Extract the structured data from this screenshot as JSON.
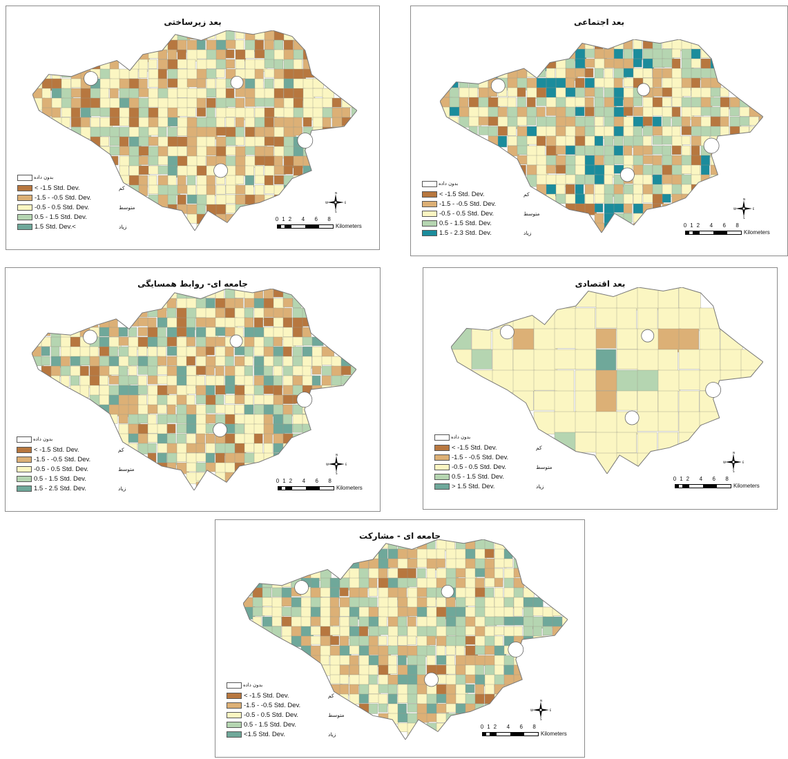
{
  "legend_common": {
    "no_data": "بدون داده",
    "low": "کم",
    "medium": "متوسط",
    "high": "زیاد",
    "row2": "-1.5 - -0.5 Std. Dev.",
    "row3": "-0.5 - 0.5 Std. Dev.",
    "row4": "0.5 - 1.5 Std. Dev."
  },
  "scale": {
    "ticks": [
      "0",
      "1",
      "2",
      "4",
      "6",
      "8"
    ],
    "unit": "Kilometers"
  },
  "compass": {
    "n": "N",
    "s": "S",
    "e": "E",
    "w": "W"
  },
  "colors": {
    "low": "#b7773f",
    "mid_low": "#dcb076",
    "medium": "#fbf6c2",
    "mid_high": "#b5d5b1",
    "high": "#6fa89a",
    "high_social": "#1b8c9c",
    "no_data": "#ffffff"
  },
  "panels": [
    {
      "id": "infrastructure",
      "title": "بعد زیرساختی",
      "low_label": "< -1.5 Std. Dev.",
      "high_label": "1.5 Std. Dev.<"
    },
    {
      "id": "social",
      "title": "بعد اجتماعی",
      "low_label": "< -1.5 Std. Dev.",
      "high_label": "1.5 - 2.3 Std. Dev."
    },
    {
      "id": "community-neighbor",
      "title": "جامعه ای- روابط همسایگی",
      "low_label": "< -1.5 Std. Dev.",
      "high_label": "1.5 - 2.5 Std. Dev."
    },
    {
      "id": "economic",
      "title": "بعد اقتصادی",
      "low_label": "< -1.5 Std. Dev.",
      "high_label": "> 1.5 Std. Dev."
    },
    {
      "id": "community-participation",
      "title": "جامعه ای - مشارکت",
      "low_label": "< -1.5 Std. Dev.",
      "high_label": "<1.5 Std. Dev."
    }
  ]
}
